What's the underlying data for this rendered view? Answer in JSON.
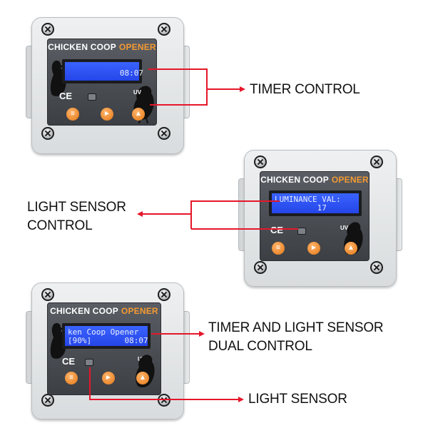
{
  "product_title_part1": "CHICKEN COOP",
  "product_title_part2": "OPENER",
  "devices": [
    {
      "lcd_line1": "           08:07",
      "lcd_line2": "",
      "ce": "CE",
      "uv": "UV"
    },
    {
      "lcd_line1": "LUMINANCE VAL:",
      "lcd_line2": "         17",
      "ce": "CE",
      "uv": "UV"
    },
    {
      "lcd_line1": "ken Coop Opener",
      "lcd_line2": "[90%]       08:07",
      "ce": "CE",
      "uv": "UV"
    }
  ],
  "labels": {
    "timer_control": "TIMER CONTROL",
    "light_sensor_control_1": "LIGHT SENSOR",
    "light_sensor_control_2": "CONTROL",
    "dual_control_1": "TIMER AND LIGHT SENSOR",
    "dual_control_2": "DUAL CONTROL",
    "light_sensor": "LIGHT SENSOR"
  },
  "colors": {
    "accent_orange": "#f39a33",
    "lcd_blue": "#2f55f5",
    "callout_red": "#e5172a"
  }
}
